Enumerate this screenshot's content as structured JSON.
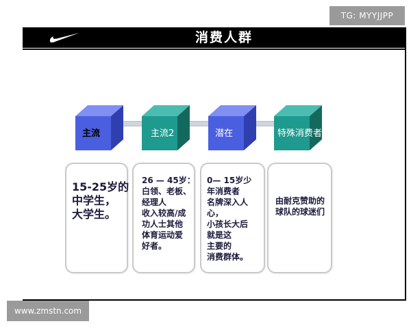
{
  "watermarks": {
    "top": "TG: MYYJJPP",
    "bottom": "www.zmstn.com"
  },
  "slide": {
    "title": "消费人群"
  },
  "logo": {
    "icon": "nike-swoosh-icon"
  },
  "colors": {
    "blue": "#4f63e6",
    "teal": "#1f9a8e",
    "header": "#000000"
  },
  "segments": [
    {
      "label": "主流",
      "lines": [
        "15-25岁的",
        "中学生，",
        "大学生。"
      ]
    },
    {
      "label": "主流2",
      "lines": [
        "26 — 45岁：",
        "白领、老板、",
        "经理人",
        "收入较高/成",
        "功人士其他",
        "体育运动爱",
        "好者。"
      ]
    },
    {
      "label": "潜在",
      "lines": [
        "0— 15岁少",
        "年消费者",
        "名牌深入人",
        "心，",
        "小孩长大后",
        "就是这",
        "主要的",
        "消费群体。"
      ]
    },
    {
      "label": "特殊消费者",
      "lines": [
        "由耐克赞助的",
        "球队的球迷们"
      ]
    }
  ]
}
